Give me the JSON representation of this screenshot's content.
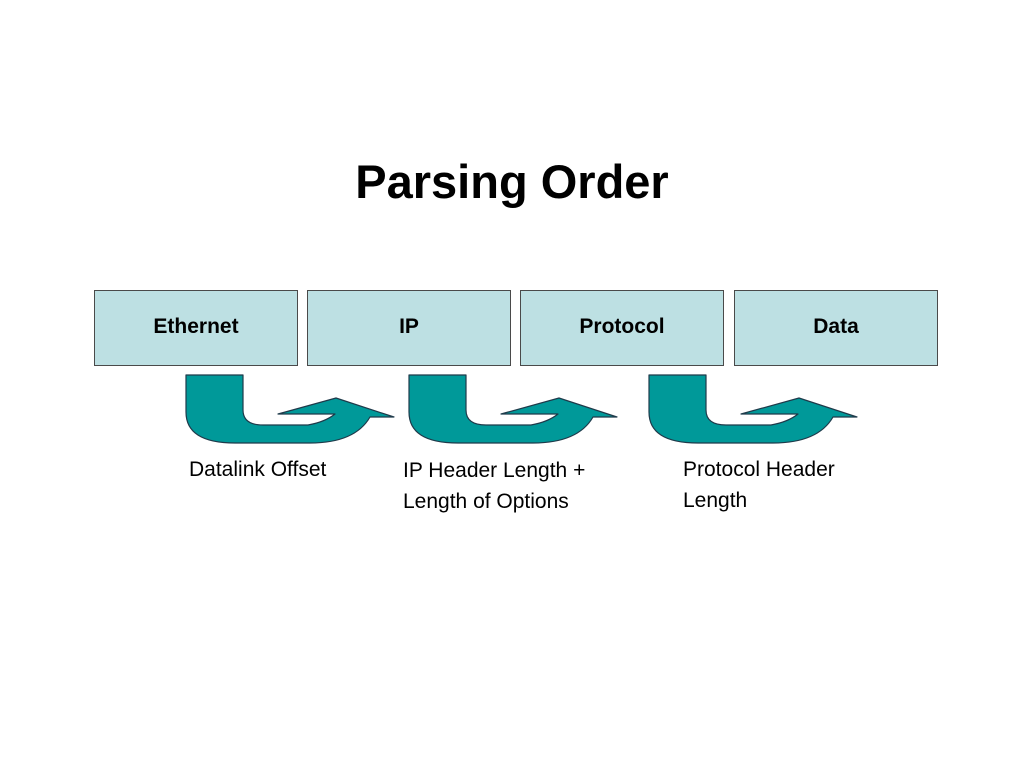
{
  "title": "Parsing Order",
  "layers": [
    {
      "label": "Ethernet"
    },
    {
      "label": "IP"
    },
    {
      "label": "Protocol"
    },
    {
      "label": "Data"
    }
  ],
  "transitions": [
    {
      "caption": "Datalink Offset"
    },
    {
      "caption": "IP Header Length +\nLength of Options"
    },
    {
      "caption": "Protocol Header\nLength"
    }
  ],
  "colors": {
    "box_fill": "#bde0e3",
    "box_border": "#4a4a4a",
    "arrow_fill": "#009999",
    "arrow_stroke": "#1f3a4a"
  },
  "icons": {
    "arrow": "u-turn-arrow-icon"
  }
}
